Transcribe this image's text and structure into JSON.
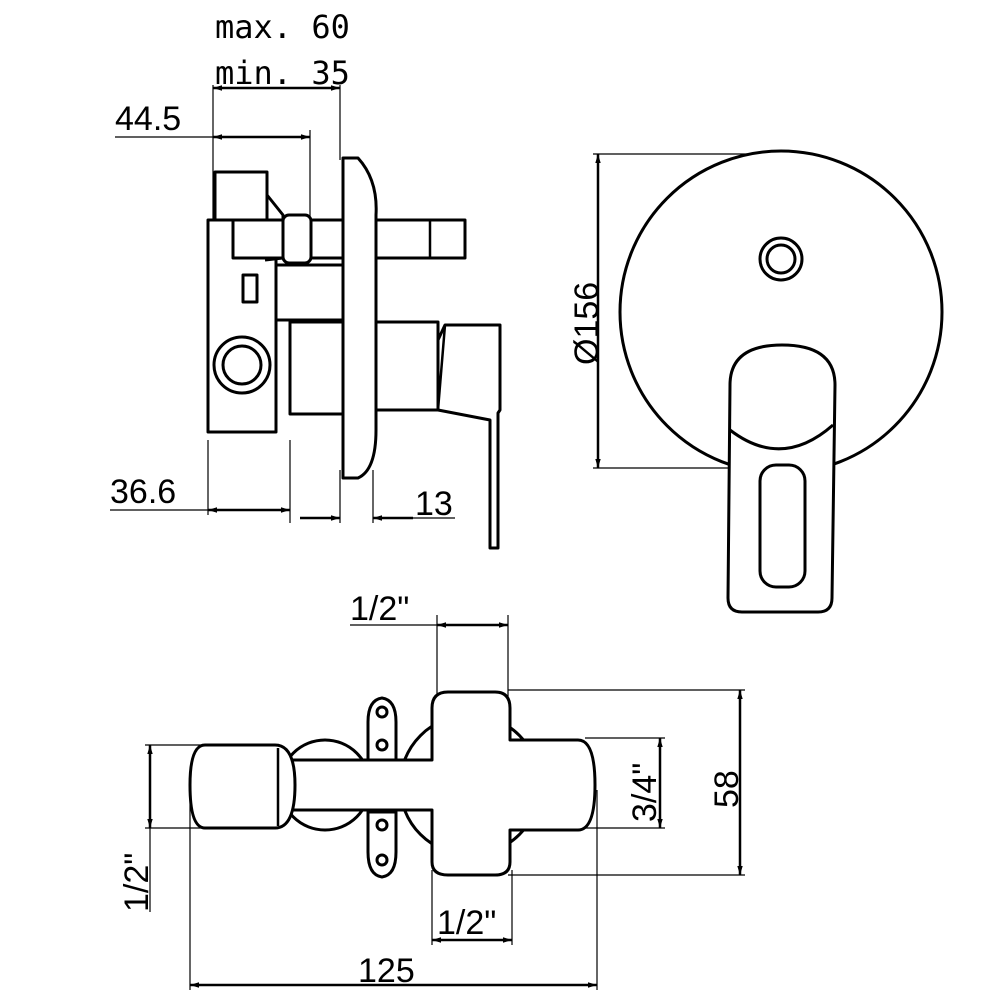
{
  "side_view": {
    "max_label": "max. 60",
    "min_label": "min. 35",
    "dim_body": "44.5",
    "dim_bottom_left": "36.6",
    "dim_plate": "13"
  },
  "front_view": {
    "diameter_label": "Ø156"
  },
  "top_view": {
    "inlet_top": "1/2\"",
    "height": "58",
    "outlet_right": "3/4\"",
    "inlet_bottom": "1/2\"",
    "inlet_left": "1/2\"",
    "length": "125"
  }
}
